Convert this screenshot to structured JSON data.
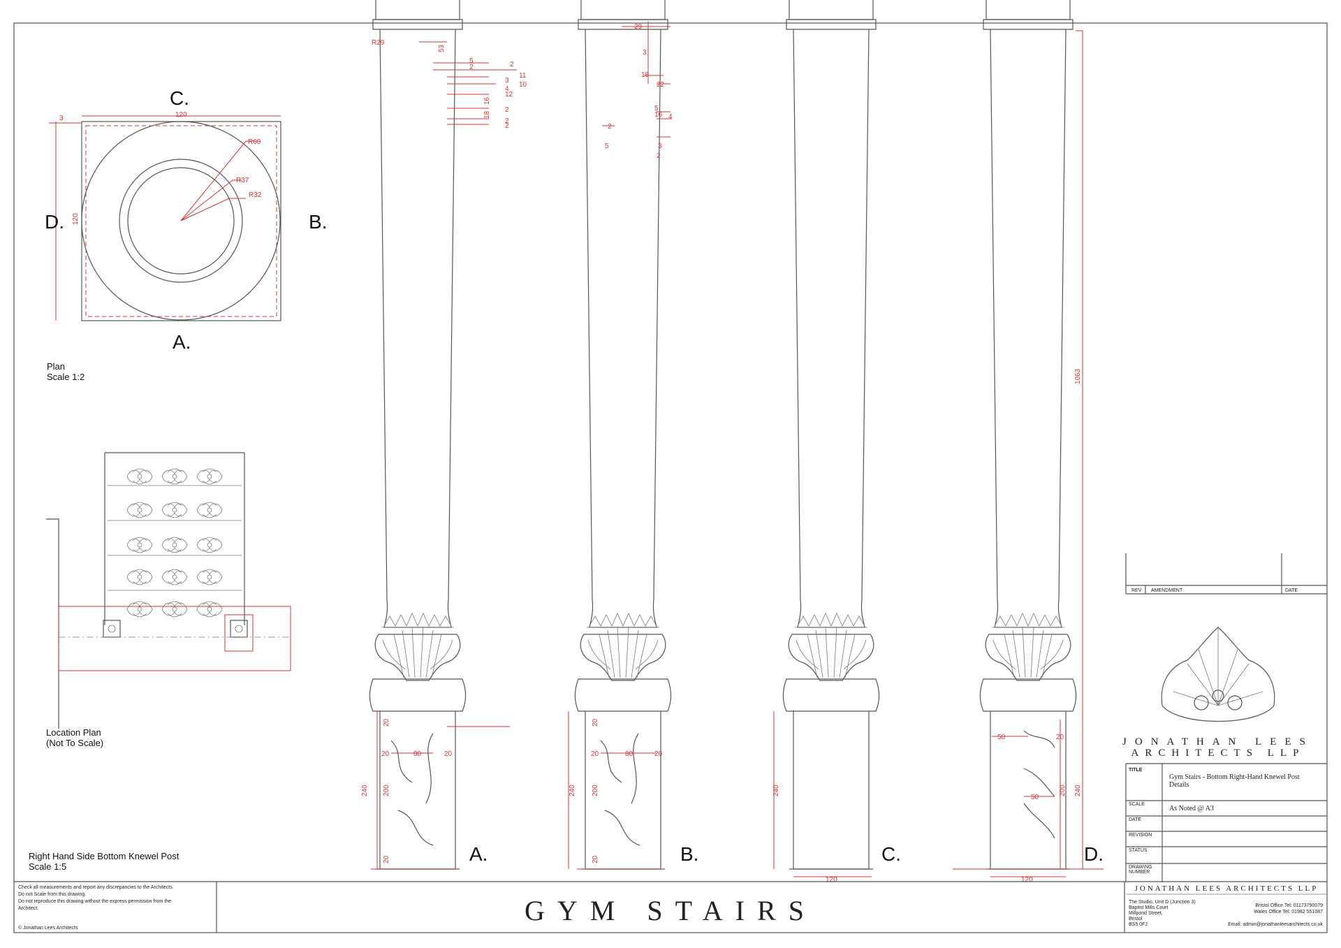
{
  "plan": {
    "label_top": "C.",
    "label_left": "D.",
    "label_right": "B.",
    "label_bottom": "A.",
    "dim_width": "120",
    "dim_height": "120",
    "dim_offset": "3",
    "radius_outer": "R60",
    "radius_mid": "R37",
    "radius_inner": "R32",
    "caption_line1": "Plan",
    "caption_line2": "Scale 1:2"
  },
  "location_plan": {
    "caption_line1": "Location Plan",
    "caption_line2": "(Not To Scale)"
  },
  "elevation_caption": {
    "line1": "Right Hand Side Bottom Knewel Post",
    "line2": "Scale 1:5"
  },
  "elevations": [
    {
      "label": "A.",
      "dims": [
        "R29",
        "53",
        "5",
        "2",
        "2",
        "11",
        "3",
        "10",
        "4",
        "12",
        "18",
        "16",
        "2",
        "2",
        "2",
        "240",
        "20",
        "200",
        "20",
        "20",
        "80",
        "20"
      ]
    },
    {
      "label": "B.",
      "dims": [
        "29",
        "3",
        "18",
        "22",
        "5",
        "16",
        "4",
        "2",
        "5",
        "3",
        "2",
        "240",
        "20",
        "200",
        "20",
        "20",
        "80",
        "20"
      ]
    },
    {
      "label": "C.",
      "dims": [
        "240",
        "120"
      ]
    },
    {
      "label": "D.",
      "dims": [
        "1063",
        "50",
        "20",
        "50",
        "200",
        "240",
        "120"
      ]
    }
  ],
  "notes": {
    "line1": "Check all measurements and report any discrepancies to the Architects.",
    "line2": "Do not Scale from this drawing.",
    "line3": "Do not reproduce this drawing without the express permission from the",
    "line4": "Architect.",
    "copyright": "© Jonathan Lees Architects"
  },
  "project_title": "GYM STAIRS",
  "revision_table": {
    "col_rev": "REV",
    "col_amendment": "AMENDMENT",
    "col_date": "DATE"
  },
  "logo": {
    "line1": "JONATHAN LEES",
    "line2": "ARCHITECTS LLP"
  },
  "title_block": {
    "title_label": "TITLE",
    "title_value_1": "Gym Stairs - Bottom Right-Hand Knewel Post",
    "title_value_2": "Details",
    "scale_label": "SCALE",
    "scale_value": "As Noted @ A3",
    "date_label": "DATE",
    "revision_label": "REVISION",
    "status_label": "STATUS",
    "drawing_label_1": "DRAWING",
    "drawing_label_2": "NUMBER"
  },
  "footer": {
    "firm": "JONATHAN LEES ARCHITECTS LLP",
    "address": [
      "The Studio, Unit D (Junction 3)",
      "Baptist Mills Court",
      "Millpond Street,",
      "Bristol",
      "BS5 0FJ"
    ],
    "bristol_office": "Bristol Office Tel:  01173790079",
    "wales_office": "Wales Office Tel:  01982 551087",
    "email": "Email:  admin@jonathanleesarchitects.co.uk"
  }
}
